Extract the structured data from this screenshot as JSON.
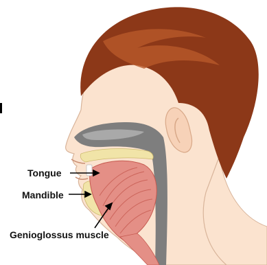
{
  "labels": {
    "tongue": "Tongue",
    "mandible": "Mandible",
    "genioglossus": "Genioglossus muscle"
  },
  "colors": {
    "skin": "#fbe3cf",
    "skin_edge": "#d8b49a",
    "hair": "#8c3818",
    "hair_highlight": "#b8592a",
    "airway": "#7e7e7e",
    "airway_light": "#a9a9a9",
    "bone": "#f1e4a8",
    "muscle": "#e48f86",
    "muscle_dark": "#c65a50",
    "arrow": "#000000"
  }
}
